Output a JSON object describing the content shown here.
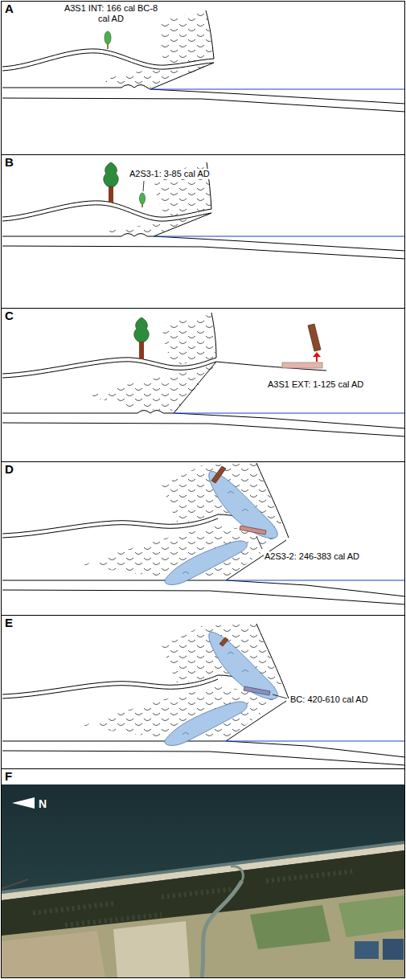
{
  "diagram": {
    "nodes": [
      {
        "text": [
          "A"
        ]
      },
      {
        "text": [
          "B"
        ]
      },
      {
        "text": [
          "C"
        ]
      },
      {
        "text": [
          "D"
        ]
      },
      {
        "text": [
          "E"
        ]
      },
      {
        "text": [
          "F"
        ]
      }
    ],
    "labels": [
      "A3S1 INT: 166 cal BC-8 cal AD",
      "A2S3-1: 3-85 cal AD",
      "A3S1 EXT: 1-125 cal AD",
      "A2S3-2: 246-383 cal AD",
      "BC: 420-610 cal AD",
      "N"
    ]
  }
}
